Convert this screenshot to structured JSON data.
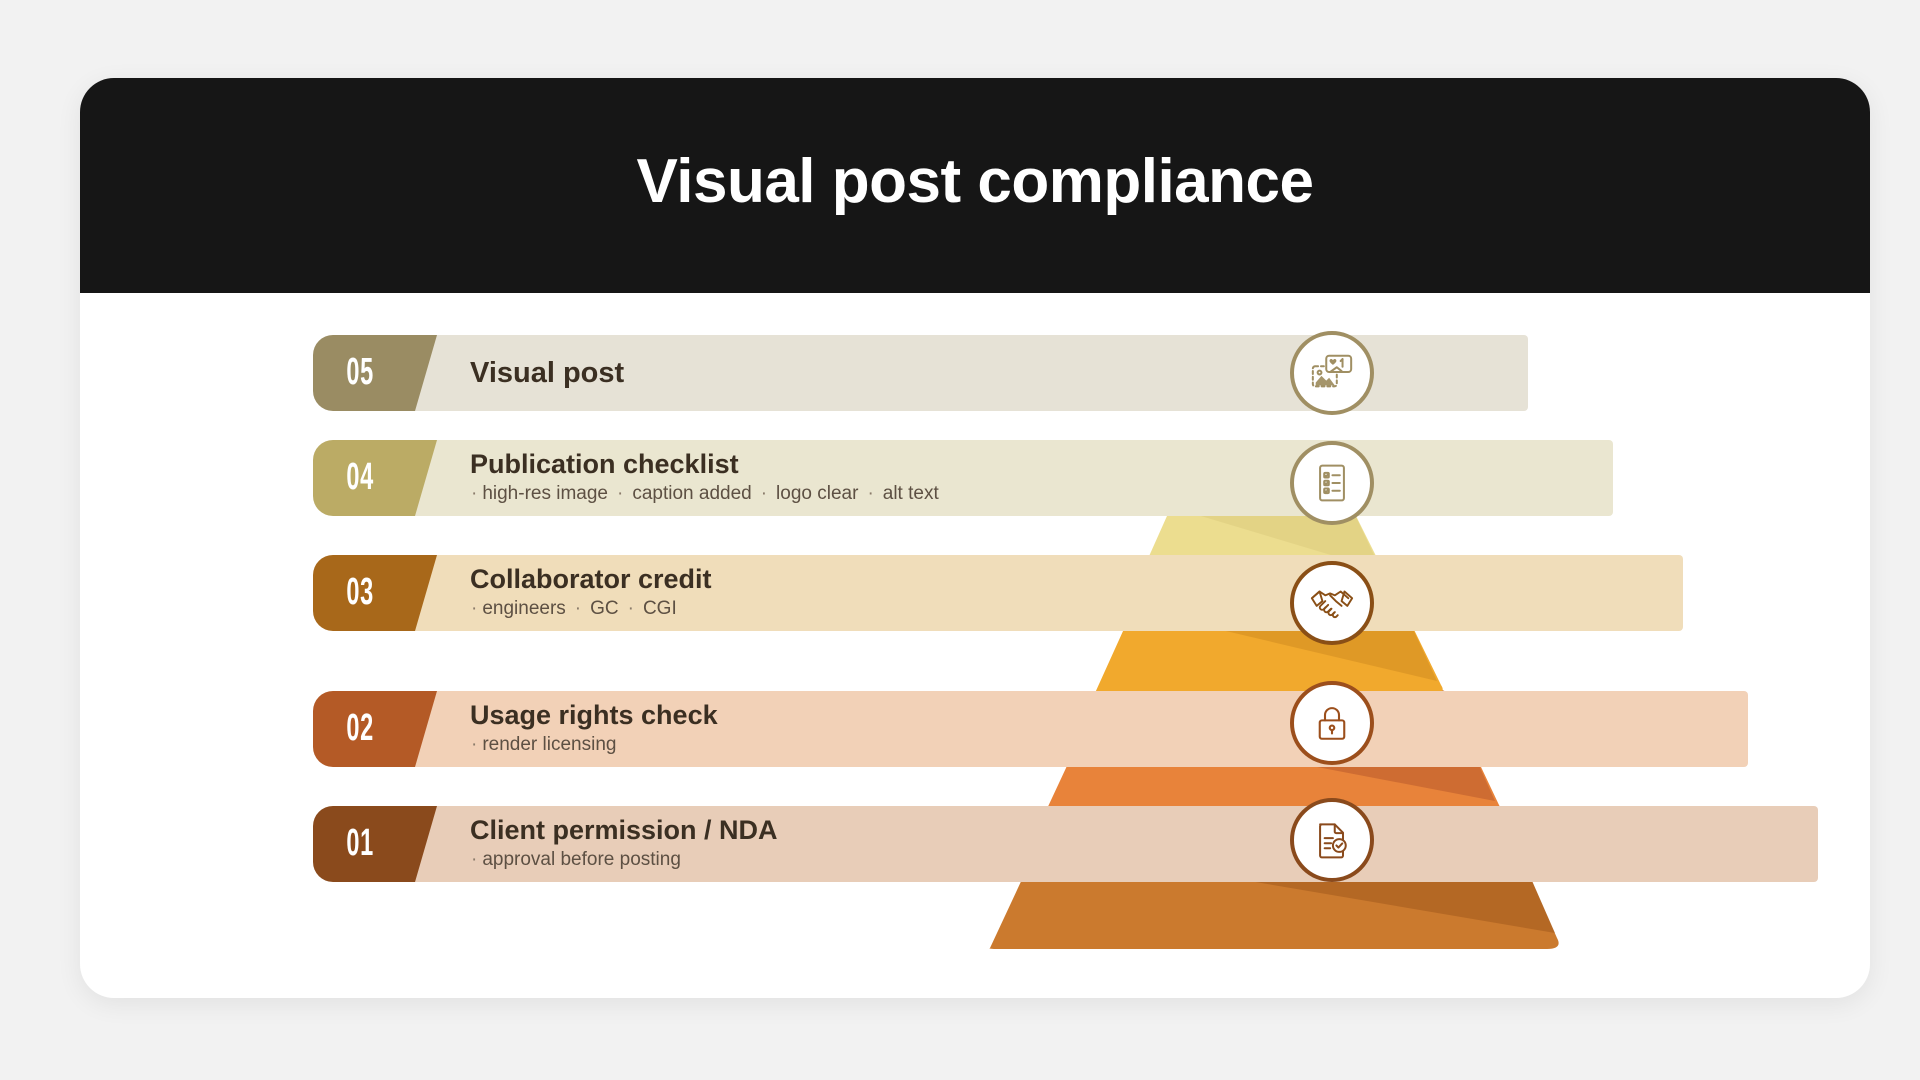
{
  "header": {
    "title": "Visual post compliance"
  },
  "colors": {
    "page_background": "#f2f2f2",
    "card_background": "#ffffff",
    "header_background": "#161616",
    "header_text": "#ffffff",
    "row_title_text": "#3b2f22",
    "row_sub_text": "#5d5043"
  },
  "rows": [
    {
      "number": "05",
      "title": "Visual post",
      "subitems": [],
      "badge_color": "#9a8c63",
      "bar_color": "#e6e2d6",
      "icon": "image-post-icon",
      "icon_ring_color": "#a08f63"
    },
    {
      "number": "04",
      "title": "Publication checklist",
      "subitems": [
        "high-res image",
        "caption added",
        "logo clear",
        "alt text"
      ],
      "badge_color": "#bbab65",
      "bar_color": "#eae6d0",
      "icon": "checklist-icon",
      "icon_ring_color": "#a08f63"
    },
    {
      "number": "03",
      "title": "Collaborator credit",
      "subitems": [
        "engineers",
        "GC",
        "CGI"
      ],
      "badge_color": "#a8681a",
      "bar_color": "#f0ddba",
      "icon": "handshake-icon",
      "icon_ring_color": "#8a4f16"
    },
    {
      "number": "02",
      "title": "Usage rights check",
      "subitems": [
        "render licensing"
      ],
      "badge_color": "#b45a26",
      "bar_color": "#f2d1b7",
      "icon": "lock-icon",
      "icon_ring_color": "#9c4f1c"
    },
    {
      "number": "01",
      "title": "Client permission / NDA",
      "subitems": [
        "approval before posting"
      ],
      "badge_color": "#8a4a1c",
      "bar_color": "#e8cdb8",
      "icon": "document-check-icon",
      "icon_ring_color": "#8a4a1c"
    }
  ],
  "pyramid": {
    "layers": [
      {
        "level": "05",
        "top_face": "#d9d3c3",
        "front_face": "#d9d3c3",
        "side_face": "#cdc6b3"
      },
      {
        "level": "04",
        "top_face": "#f0e29a",
        "front_face": "#ecdd8f",
        "side_face": "#d9c97c"
      },
      {
        "level": "03",
        "top_face": "#f7b93f",
        "front_face": "#f1a92d",
        "side_face": "#a8681a"
      },
      {
        "level": "02",
        "top_face": "#ed8f45",
        "front_face": "#e8833a",
        "side_face": "#b4562a"
      },
      {
        "level": "01",
        "top_face": "#d07f33",
        "front_face": "#cb7a2e",
        "side_face": "#a35a1e"
      }
    ]
  }
}
